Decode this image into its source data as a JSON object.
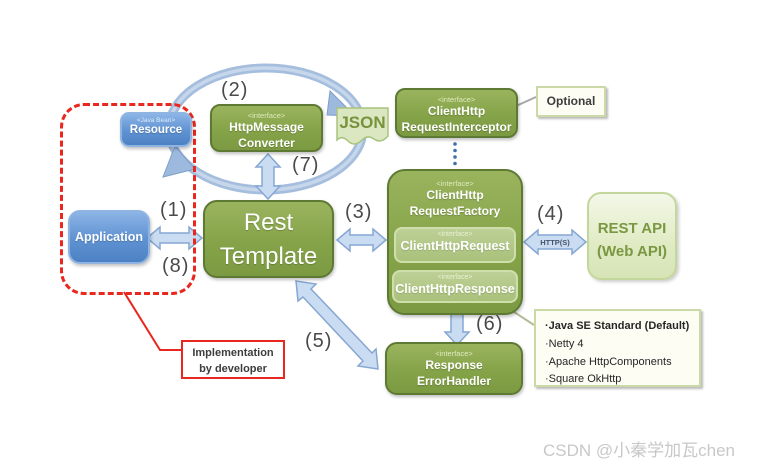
{
  "watermark": "CSDN @小秦学加瓦chen",
  "nodes": {
    "resource": {
      "stereotype": "<Java Bean>",
      "label": "Resource"
    },
    "application": {
      "label": "Application"
    },
    "http_message_converter": {
      "stereotype": "<interface>",
      "label": "HttpMessage\nConverter"
    },
    "rest_template": {
      "label": "Rest\nTemplate"
    },
    "json": {
      "label": "JSON"
    },
    "request_interceptor": {
      "stereotype": "<interface>",
      "label": "ClientHttp\nRequestInterceptor"
    },
    "request_factory": {
      "stereotype": "<interface>",
      "label": "ClientHttp\nRequestFactory"
    },
    "client_http_request": {
      "stereotype": "<interface>",
      "label": "ClientHttpRequest"
    },
    "client_http_response": {
      "stereotype": "<interface>",
      "label": "ClientHttpResponse"
    },
    "rest_api": {
      "label": "REST API\n(Web API)"
    },
    "response_error_handler": {
      "stereotype": "<interface>",
      "label": "Response\nErrorHandler"
    }
  },
  "notes": {
    "optional": "Optional",
    "implementation": "Implementation\nby developer",
    "factory_implementations": [
      "·Java SE Standard (Default)",
      "·Netty 4",
      "·Apache HttpComponents",
      "·Square OkHttp"
    ]
  },
  "steps": {
    "s1": "(1)",
    "s2": "(2)",
    "s3": "(3)",
    "s4": "(4)",
    "s5": "(5)",
    "s6": "(6)",
    "s7": "(7)",
    "s8": "(8)"
  },
  "edge_labels": {
    "https": "HTTP(S)"
  },
  "colors": {
    "box_green": "#85a349",
    "box_green_light": "#aec685",
    "box_blue": "#5f92d2",
    "pale_green": "#dbe7c0",
    "text_green": "#76923c",
    "arrow_blue": "#cadcf1",
    "accent_red": "#e8281e"
  }
}
